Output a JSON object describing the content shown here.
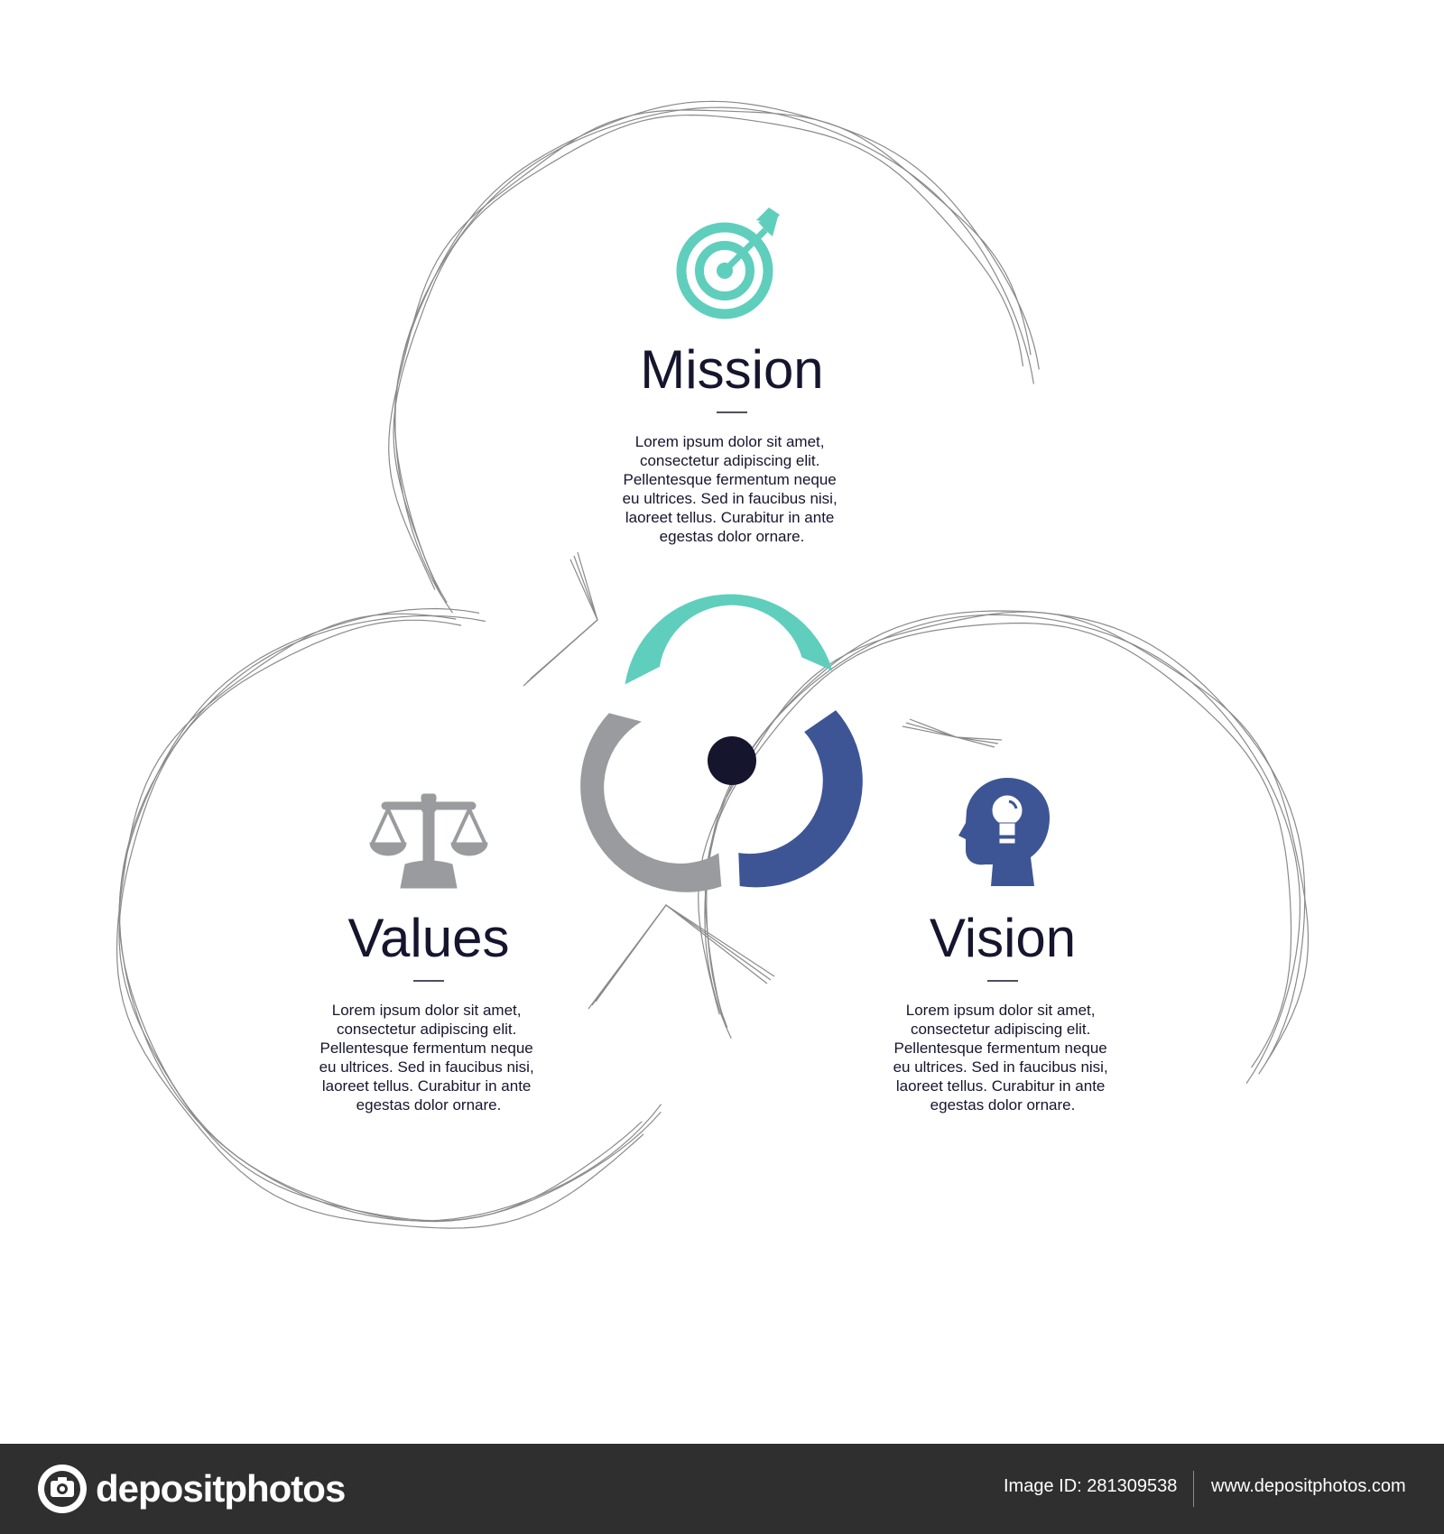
{
  "colors": {
    "mission": "#5fcebd",
    "vision": "#3e5595",
    "values": "#9a9b9e",
    "center_dot": "#16152e",
    "sketch_line": "#8a8a8a",
    "text": "#16152e",
    "footer_bg": "#2f2f2f"
  },
  "circles": [
    {
      "id": "mission",
      "title": "Mission",
      "icon": "target-arrow-icon",
      "lines": [
        "Lorem ipsum dolor sit amet,",
        "consectetur adipiscing elit.",
        "Pellentesque fermentum neque",
        "eu ultrices. Sed in faucibus nisi,",
        "laoreet tellus. Curabitur in ante",
        "egestas dolor ornare."
      ]
    },
    {
      "id": "values",
      "title": "Values",
      "icon": "balance-scale-icon",
      "lines": [
        "Lorem ipsum dolor sit amet,",
        "consectetur adipiscing elit.",
        "Pellentesque fermentum neque",
        "eu ultrices. Sed in faucibus nisi,",
        "laoreet tellus. Curabitur in ante",
        "egestas dolor ornare."
      ]
    },
    {
      "id": "vision",
      "title": "Vision",
      "icon": "head-lightbulb-icon",
      "lines": [
        "Lorem ipsum dolor sit amet,",
        "consectetur adipiscing elit.",
        "Pellentesque fermentum neque",
        "eu ultrices. Sed in faucibus nisi,",
        "laoreet tellus. Curabitur in ante",
        "egestas dolor ornare."
      ]
    }
  ],
  "footer": {
    "brand": "depositphotos",
    "image_id": "Image ID: 281309538",
    "url": "www.depositphotos.com"
  }
}
